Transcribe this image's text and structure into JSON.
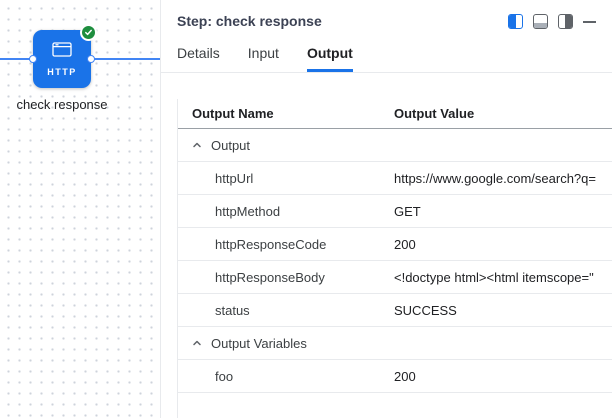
{
  "canvas": {
    "node_type_label": "HTTP",
    "node_name": "check response"
  },
  "panel": {
    "title": "Step: check response",
    "tabs": [
      "Details",
      "Input",
      "Output"
    ],
    "active_tab": "Output",
    "header_icons": [
      "split-view-icon",
      "bottom-panel-icon",
      "right-panel-icon",
      "minimize-icon"
    ],
    "table": {
      "columns": [
        "Output Name",
        "Output Value"
      ],
      "groups": [
        {
          "label": "Output",
          "rows": [
            {
              "name": "httpUrl",
              "value": "https://www.google.com/search?q="
            },
            {
              "name": "httpMethod",
              "value": "GET"
            },
            {
              "name": "httpResponseCode",
              "value": "200"
            },
            {
              "name": "httpResponseBody",
              "value": "<!doctype html><html itemscope=\""
            },
            {
              "name": "status",
              "value": "SUCCESS"
            }
          ]
        },
        {
          "label": "Output Variables",
          "rows": [
            {
              "name": "foo",
              "value": "200"
            }
          ]
        }
      ]
    },
    "colors": {
      "accent_blue": "#1a73e8",
      "connection_blue": "#4285f4",
      "success_green": "#1e8e3e"
    }
  }
}
